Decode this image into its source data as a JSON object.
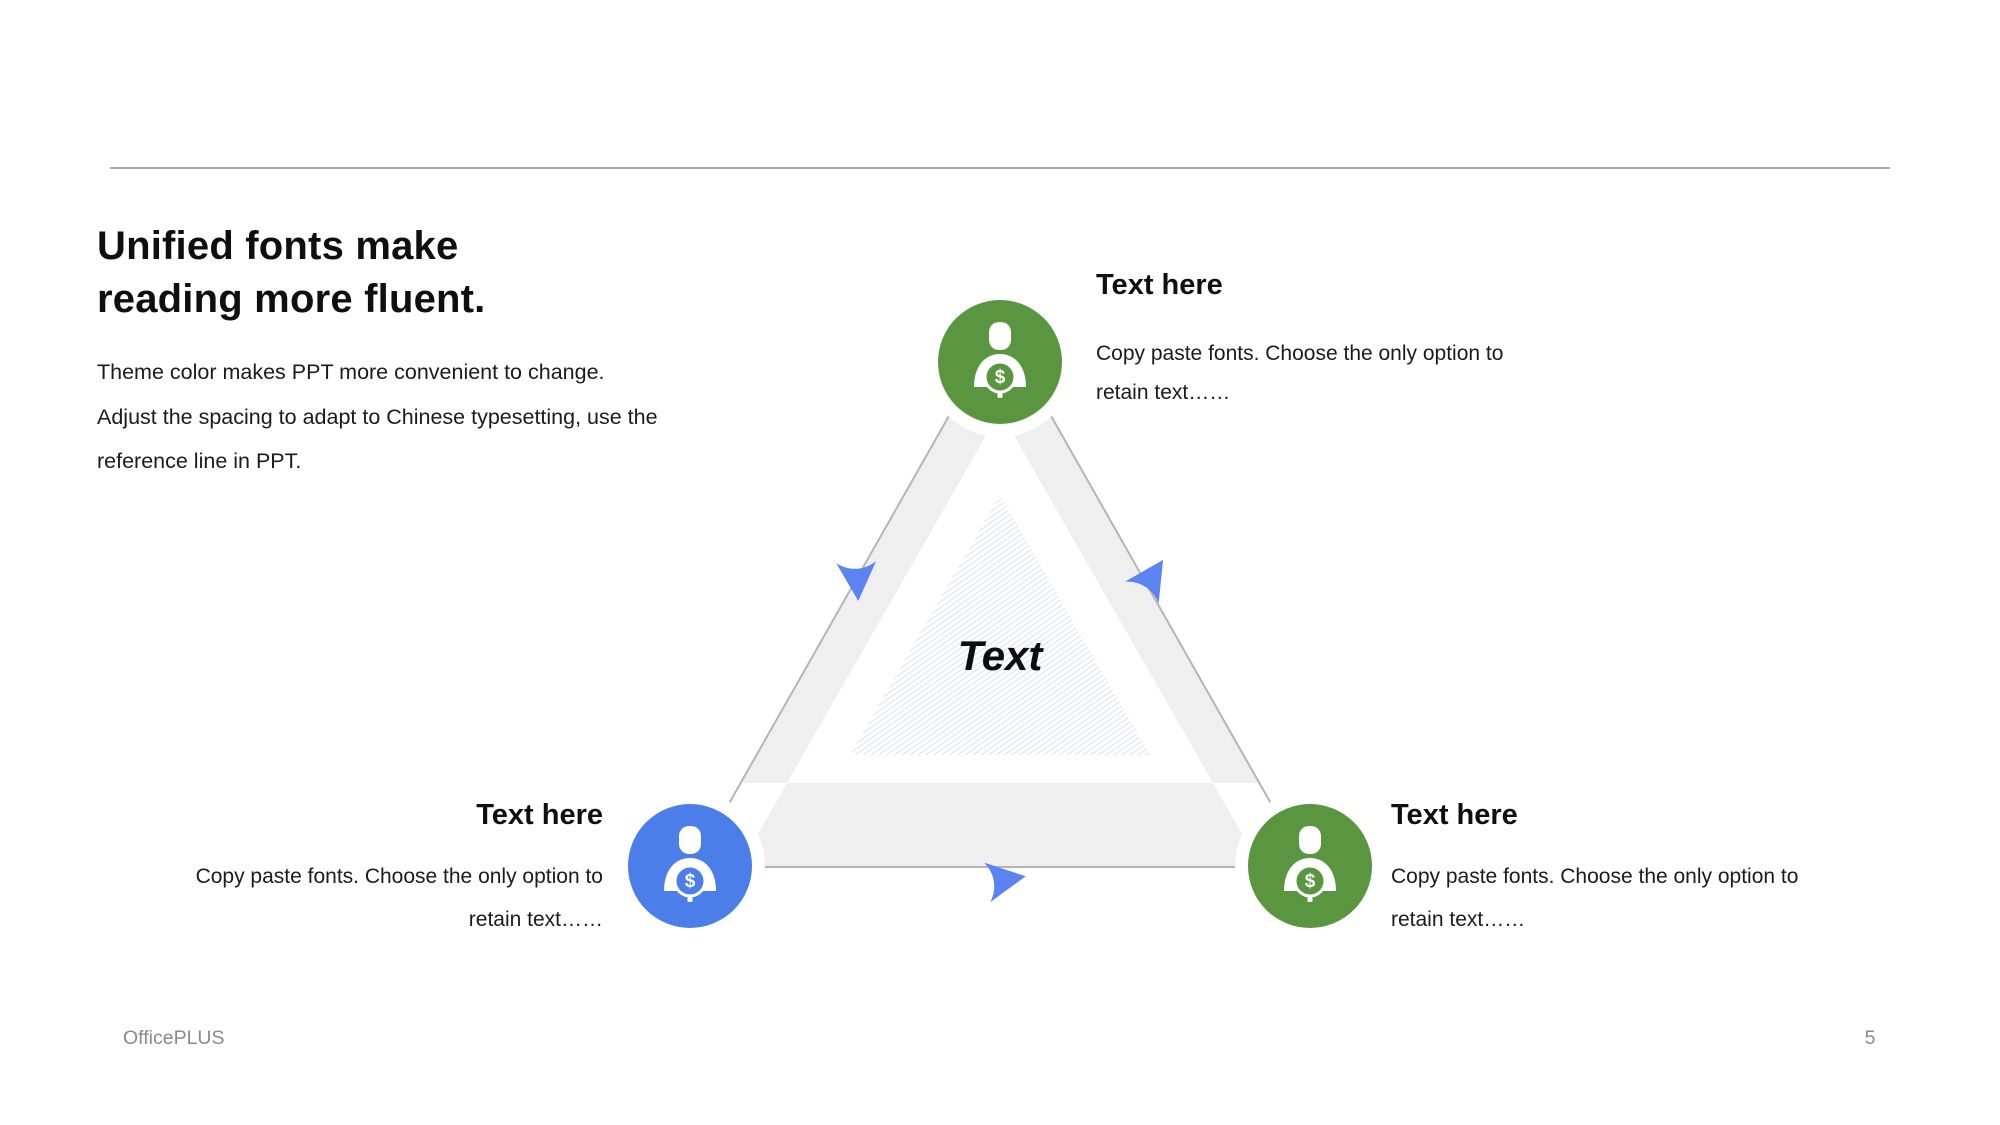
{
  "slide": {
    "title": {
      "line1": "Unified fonts make",
      "line2": "reading more fluent."
    },
    "paragraph": {
      "line1": "Theme color makes PPT more convenient to change.",
      "line2": "Adjust the spacing to adapt to Chinese typesetting, use the",
      "line3": "reference line in PPT."
    },
    "footer": {
      "brand": "OfficePLUS",
      "page_number": "5"
    }
  },
  "diagram": {
    "center_label": "Text",
    "currency_symbol": "$",
    "colors": {
      "green": "#5A9640",
      "blue": "#4B7EE9",
      "arrow": "#5C83F2",
      "band": "#F0EFEF",
      "outline": "#B5B5B5",
      "hatch_line": "#DCE4F7"
    },
    "items": {
      "top": {
        "heading": "Text here",
        "line1": "Copy paste fonts. Choose the only option to",
        "line2": "retain text……"
      },
      "bottom_left": {
        "heading": "Text here",
        "line1": "Copy paste fonts. Choose the only option to",
        "line2": "retain text……"
      },
      "bottom_right": {
        "heading": "Text here",
        "line1": "Copy paste fonts. Choose the only option to",
        "line2": "retain text……"
      }
    }
  }
}
